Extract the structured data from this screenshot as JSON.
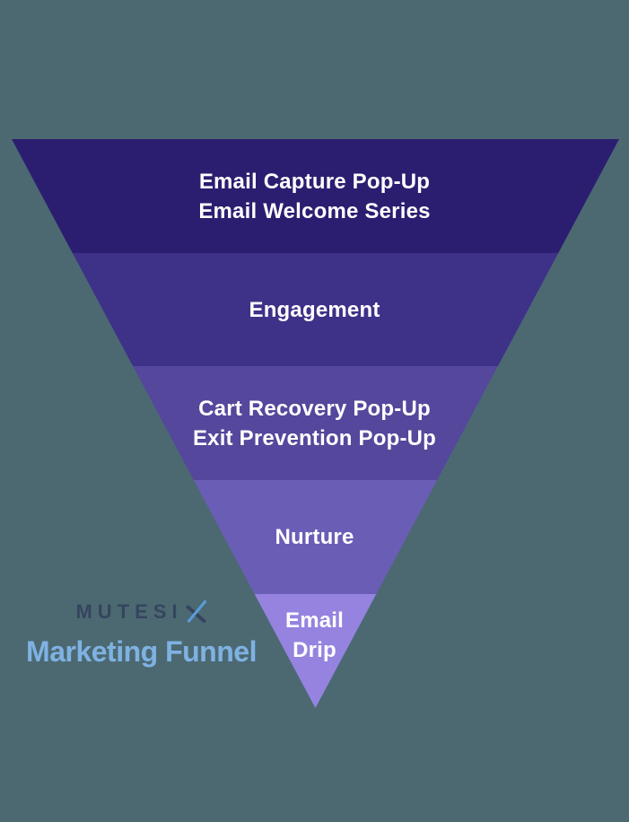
{
  "canvas": {
    "background_color": "#4C6972"
  },
  "funnel": {
    "text_color": "#FFFFFF",
    "tiers": [
      {
        "lines": [
          "Email Capture Pop-Up",
          "Email Welcome Series"
        ],
        "color": "#2B1E70"
      },
      {
        "lines": [
          "Engagement"
        ],
        "color": "#3E3188"
      },
      {
        "lines": [
          "Cart Recovery Pop-Up",
          "Exit Prevention Pop-Up"
        ],
        "color": "#55479C"
      },
      {
        "lines": [
          "Nurture"
        ],
        "color": "#6A5DB6"
      },
      {
        "lines": [
          "Email",
          "Drip"
        ],
        "color": "#9583DF"
      }
    ]
  },
  "branding": {
    "logo_text": "MUTESIX",
    "logo_prefix": "MUTESI",
    "logo_color": "#35455E",
    "logo_accent_color": "#5B9BD8",
    "caption": "Marketing Funnel",
    "caption_color": "#7FB2E3"
  }
}
